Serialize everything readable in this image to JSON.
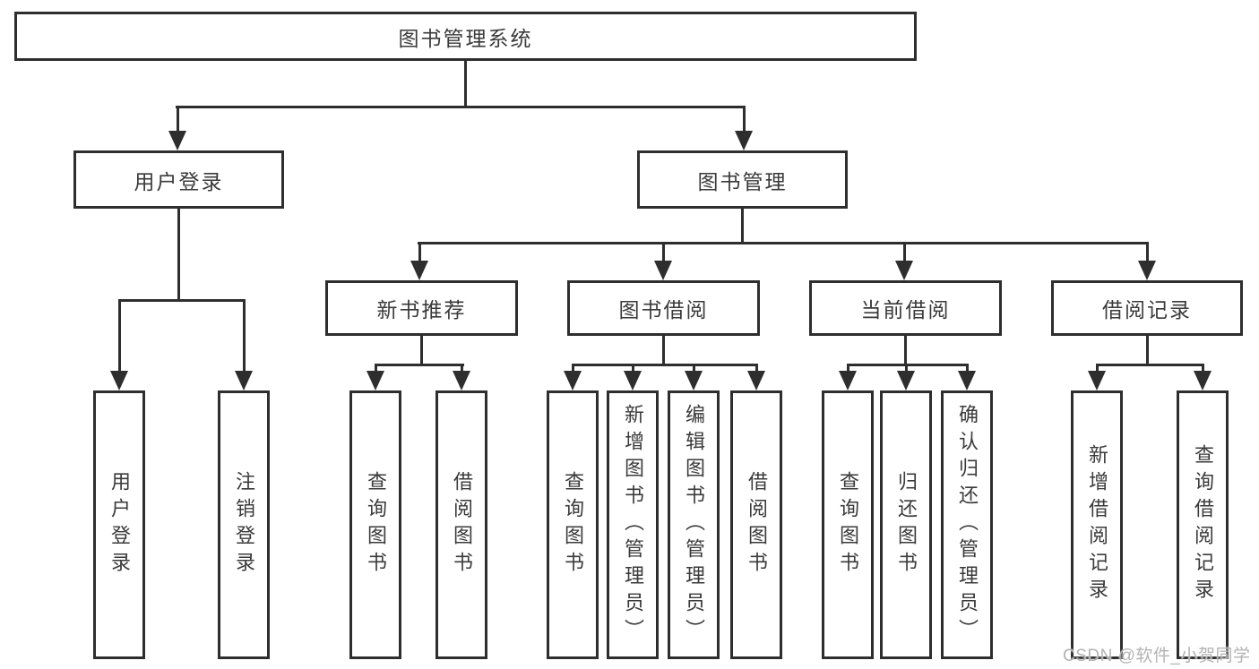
{
  "colors": {
    "line": "#2e2e2e",
    "text": "#3a3a3a",
    "watermark": "#b3b3b3"
  },
  "watermark": "CSDN @软件_小贺同学",
  "tree": {
    "root": {
      "label": "图书管理系统"
    },
    "branches": [
      {
        "label": "用户登录",
        "children": [
          "用户登录",
          "注销登录"
        ]
      },
      {
        "label": "图书管理",
        "children": [
          {
            "label": "新书推荐",
            "children": [
              "查询图书",
              "借阅图书"
            ]
          },
          {
            "label": "图书借阅",
            "children": [
              "查询图书",
              "新增图书（管理员）",
              "编辑图书（管理员）",
              "借阅图书"
            ]
          },
          {
            "label": "当前借阅",
            "children": [
              "查询图书",
              "归还图书",
              "确认归还（管理员）"
            ]
          },
          {
            "label": "借阅记录",
            "children": [
              "新增借阅记录",
              "查询借阅记录"
            ]
          }
        ]
      }
    ]
  }
}
